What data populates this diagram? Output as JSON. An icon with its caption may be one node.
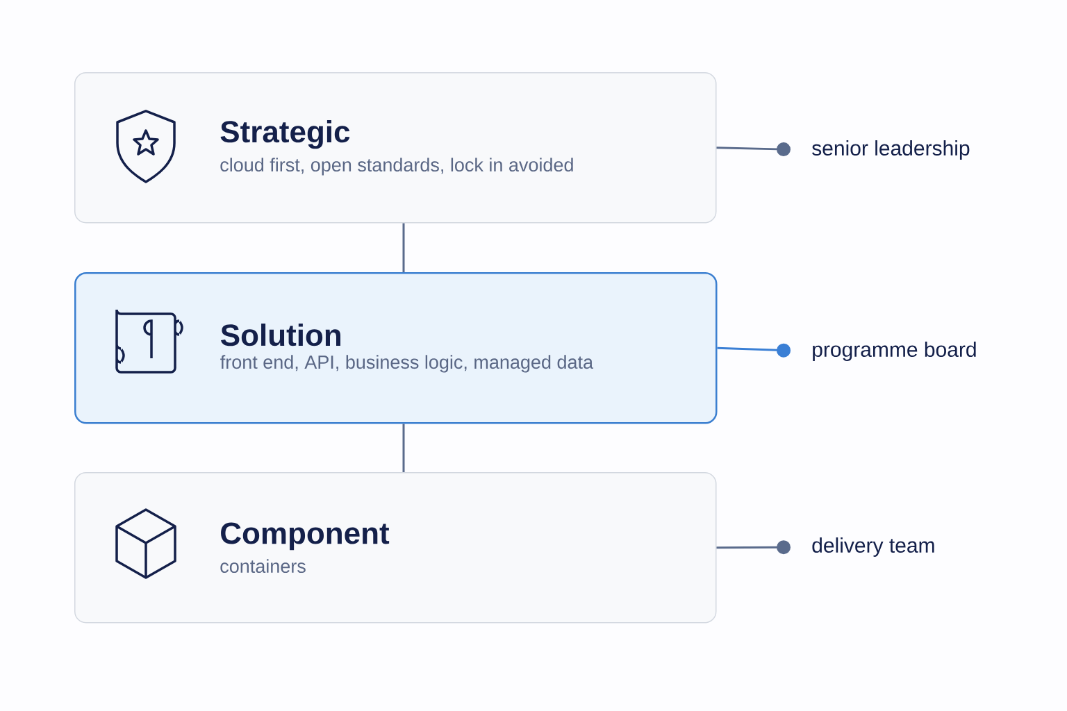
{
  "diagram": {
    "nodes": [
      {
        "text": [
          "Strategic",
          "cloud first, open standards, lock in avoided"
        ]
      },
      {
        "text": [
          "Solution",
          "front end, API, business logic, managed data"
        ]
      },
      {
        "text": [
          "Component",
          "containers"
        ]
      },
      {
        "text": [
          "senior leadership"
        ]
      },
      {
        "text": [
          "programme board"
        ]
      },
      {
        "text": [
          "delivery team"
        ]
      }
    ],
    "edges": [
      {
        "from": 0,
        "to": 1,
        "arrow": "none"
      },
      {
        "from": 1,
        "to": 2,
        "arrow": "none"
      },
      {
        "from": 0,
        "to": 3,
        "arrow": "other"
      },
      {
        "from": 1,
        "to": 4,
        "arrow": "other",
        "color": "#3a7fd5"
      },
      {
        "from": 2,
        "to": 5,
        "arrow": "other"
      }
    ]
  }
}
